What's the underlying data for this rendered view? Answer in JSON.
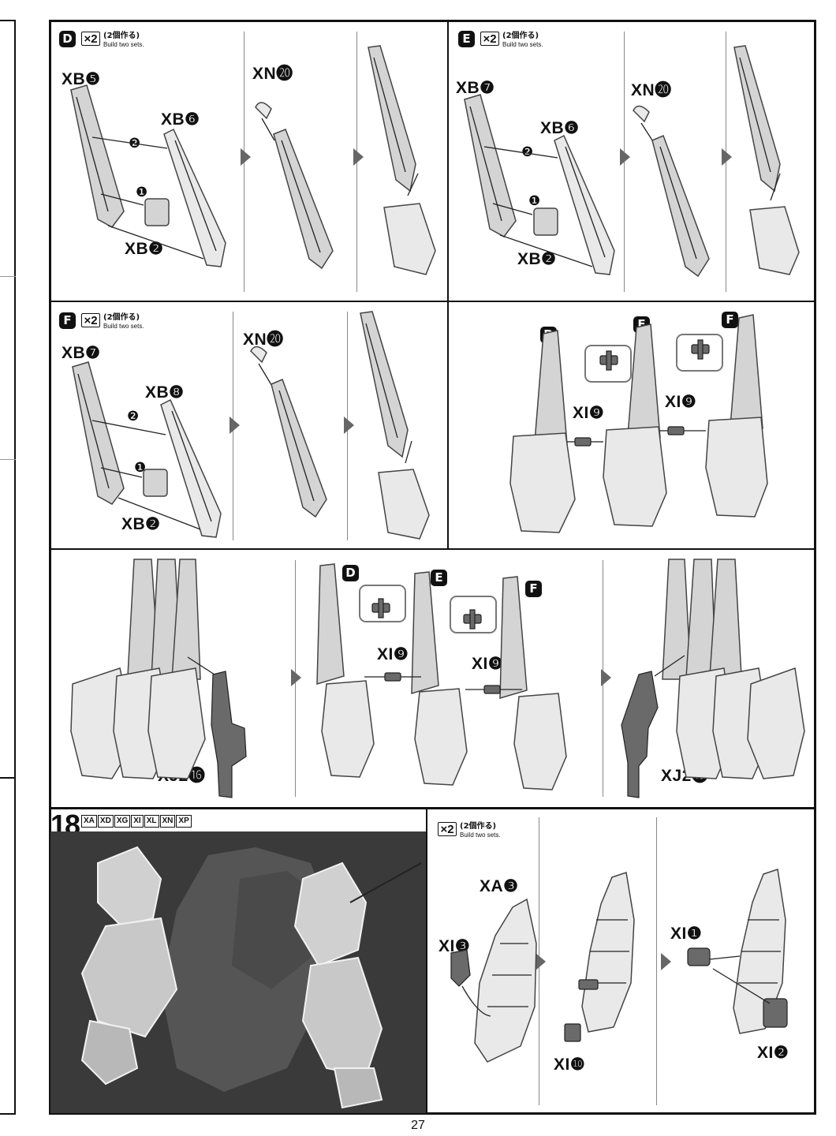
{
  "page_number": "27",
  "step_number": "18",
  "step_tags": [
    "XA",
    "XD",
    "XG",
    "XI",
    "XL",
    "XN",
    "XP"
  ],
  "quantity": {
    "mark": "×2",
    "jp": "(2個作る)",
    "en": "Build two sets."
  },
  "panel_d": {
    "badge": "D",
    "labels": {
      "a": "XB❺",
      "b": "XB❻",
      "c": "XB❷",
      "d": "XN⓴"
    },
    "steps": [
      "❷",
      "❶"
    ]
  },
  "panel_e": {
    "badge": "E",
    "labels": {
      "a": "XB❼",
      "b": "XB❻",
      "c": "XB❷",
      "d": "XN⓴"
    },
    "steps": [
      "❷",
      "❶"
    ]
  },
  "panel_f": {
    "badge": "F",
    "labels": {
      "a": "XB❼",
      "b": "XB❽",
      "c": "XB❷",
      "d": "XN⓴"
    },
    "steps": [
      "❷",
      "❶"
    ]
  },
  "panel_def": {
    "badges": [
      "D",
      "E",
      "F"
    ],
    "labels": [
      "XI❾",
      "XI❾"
    ]
  },
  "row3": {
    "labels": {
      "left": "XJ2⓰",
      "mid1": "XI❾",
      "mid2": "XI❾",
      "right": "XJ2⓳"
    },
    "badges": [
      "D",
      "E",
      "F"
    ]
  },
  "row4": {
    "labels": {
      "a": "XA❸",
      "b": "XI❸",
      "c": "XI❿",
      "d": "XI❶",
      "e": "XI❷"
    }
  }
}
